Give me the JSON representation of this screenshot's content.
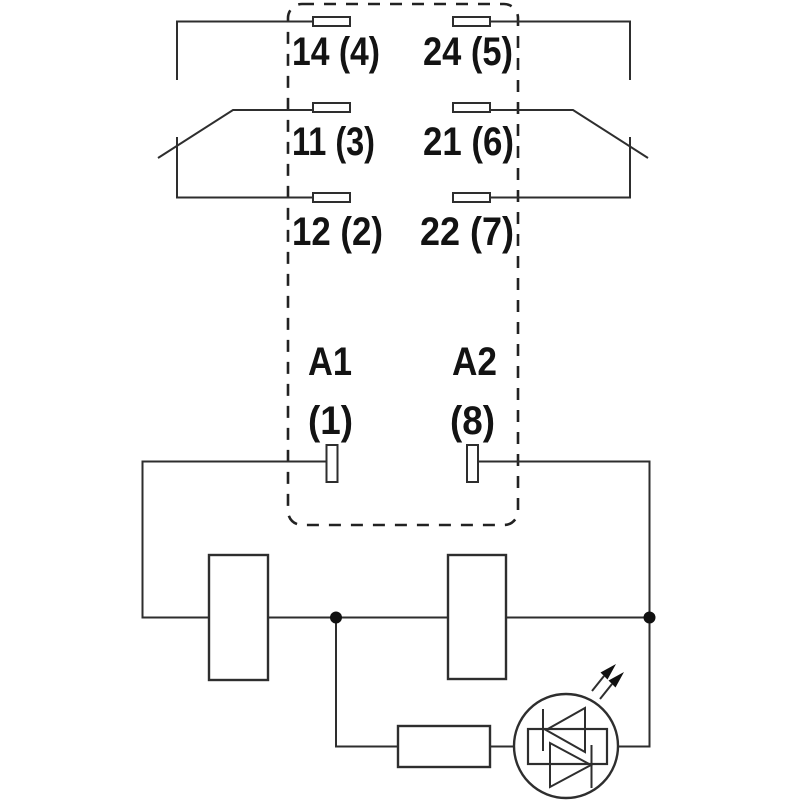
{
  "diagram": {
    "kind": "relay-wiring-schematic",
    "colors": {
      "background": "#ffffff",
      "line": "#2e2e2e",
      "text": "#131313"
    },
    "relay": {
      "contacts": [
        {
          "terminal": "14 (4)"
        },
        {
          "terminal": "24 (5)"
        },
        {
          "terminal": "11 (3)"
        },
        {
          "terminal": "21 (6)"
        },
        {
          "terminal": "12 (2)"
        },
        {
          "terminal": "22 (7)"
        }
      ],
      "coil": [
        {
          "name": "A1",
          "pin": "(1)"
        },
        {
          "name": "A2",
          "pin": "(8)"
        }
      ]
    }
  }
}
